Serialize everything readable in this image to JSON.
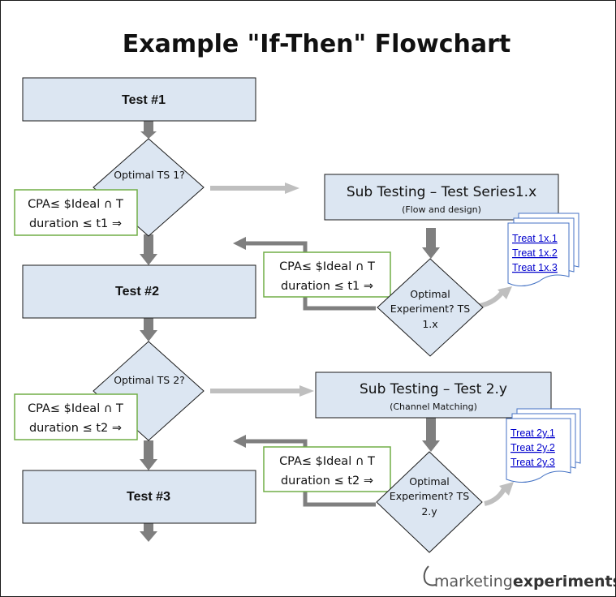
{
  "title": "Example \"If-Then\" Flowchart",
  "tests": [
    "Test #1",
    "Test #2",
    "Test #3"
  ],
  "decisions": [
    [
      "Optimal TS 1?"
    ],
    [
      "Optimal TS 2?"
    ]
  ],
  "conditions": [
    [
      "CPA≤ $Ideal ∩ T",
      "duration ≤ t1 ⇒"
    ],
    [
      "CPA≤ $Ideal ∩ T",
      "duration ≤ t1 ⇒"
    ],
    [
      "CPA≤ $Ideal ∩ T",
      "duration ≤ t2 ⇒"
    ],
    [
      "CPA≤ $Ideal ∩ T",
      "duration ≤ t2 ⇒"
    ]
  ],
  "sub_testing": [
    {
      "title": "Sub Testing – Test Series1.x",
      "subtitle": "(Flow and design)"
    },
    {
      "title": "Sub Testing – Test 2.y",
      "subtitle": "(Channel Matching)"
    }
  ],
  "experiments": [
    [
      "Optimal",
      "Experiment? TS",
      "1.x"
    ],
    [
      "Optimal",
      "Experiment? TS",
      "2.y"
    ]
  ],
  "treatments": [
    [
      "Treat 1x.1",
      "Treat 1x.2",
      "Treat 1x.3"
    ],
    [
      "Treat 2y.1",
      "Treat 2y.2",
      "Treat 2y.3"
    ]
  ],
  "logo": {
    "part1": "marketing",
    "part2": "experiments"
  },
  "colors": {
    "box_fill": "#dce6f2",
    "box_stroke": "#1a1a1a",
    "cond_stroke": "#70ad47",
    "arrow_dark": "#7f7f7f",
    "arrow_light": "#bfbfbf",
    "link": "#0000cc"
  }
}
